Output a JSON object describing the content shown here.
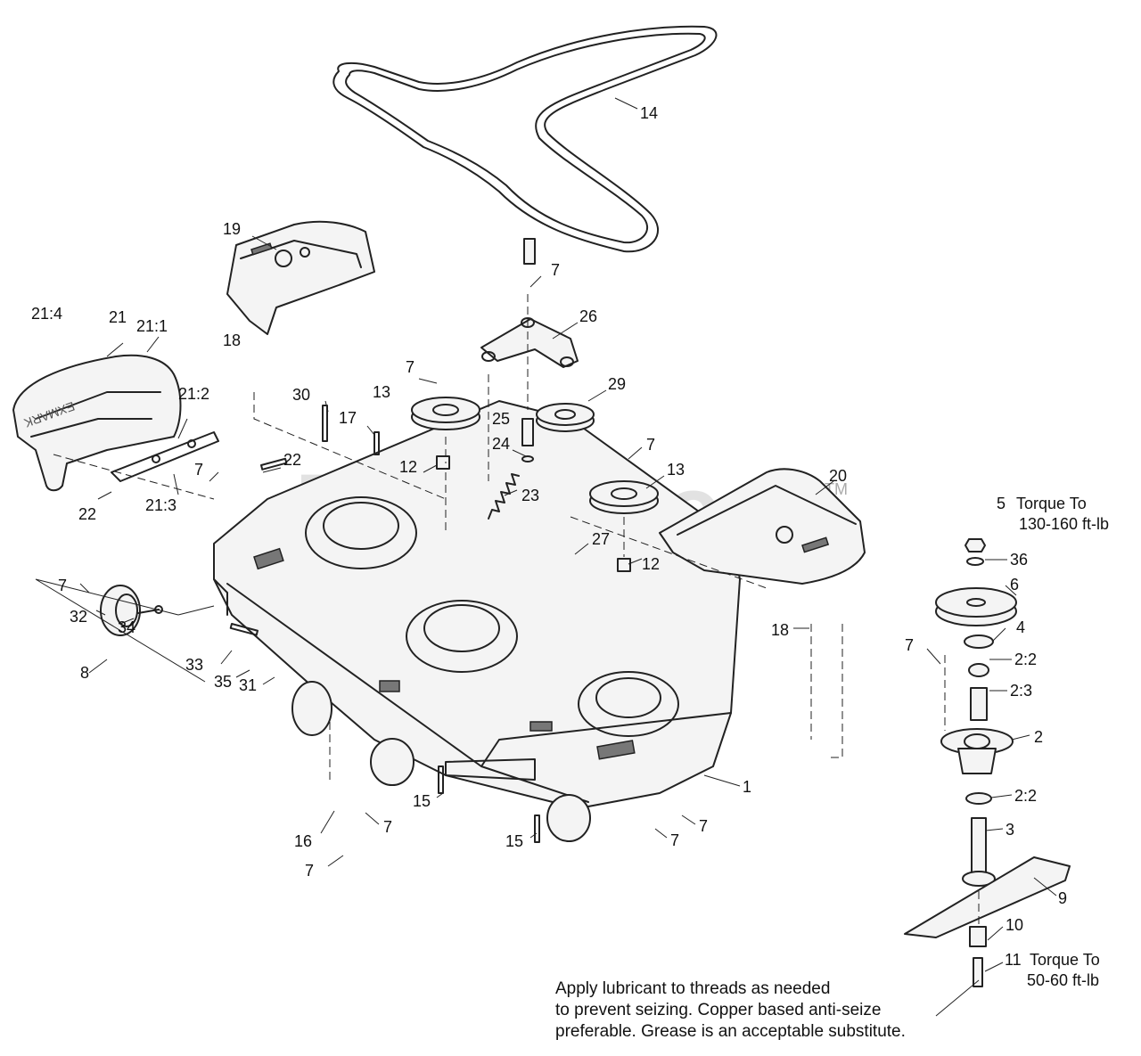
{
  "watermark": {
    "text": "PartsTree",
    "tm": "TM"
  },
  "callouts": [
    {
      "id": "c14",
      "label": "14"
    },
    {
      "id": "c19",
      "label": "19"
    },
    {
      "id": "c7a",
      "label": "7"
    },
    {
      "id": "c26",
      "label": "26"
    },
    {
      "id": "c21_4",
      "label": "21:4"
    },
    {
      "id": "c21",
      "label": "21"
    },
    {
      "id": "c21_1",
      "label": "21:1"
    },
    {
      "id": "c18a",
      "label": "18"
    },
    {
      "id": "c7b",
      "label": "7"
    },
    {
      "id": "c13a",
      "label": "13"
    },
    {
      "id": "c29",
      "label": "29"
    },
    {
      "id": "c30",
      "label": "30"
    },
    {
      "id": "c17",
      "label": "17"
    },
    {
      "id": "c25",
      "label": "25"
    },
    {
      "id": "c21_2",
      "label": "21:2"
    },
    {
      "id": "c24",
      "label": "24"
    },
    {
      "id": "c7c",
      "label": "7"
    },
    {
      "id": "c13b",
      "label": "13"
    },
    {
      "id": "c12a",
      "label": "12"
    },
    {
      "id": "c22a",
      "label": "22"
    },
    {
      "id": "c7d",
      "label": "7"
    },
    {
      "id": "c20",
      "label": "20"
    },
    {
      "id": "c23",
      "label": "23"
    },
    {
      "id": "c22b",
      "label": "22"
    },
    {
      "id": "c21_3",
      "label": "21:3"
    },
    {
      "id": "c27",
      "label": "27"
    },
    {
      "id": "c12b",
      "label": "12"
    },
    {
      "id": "c5",
      "label": "5"
    },
    {
      "id": "c36",
      "label": "36"
    },
    {
      "id": "c7e",
      "label": "7"
    },
    {
      "id": "c32",
      "label": "32"
    },
    {
      "id": "c34",
      "label": "34"
    },
    {
      "id": "c6",
      "label": "6"
    },
    {
      "id": "c18b",
      "label": "18"
    },
    {
      "id": "c4",
      "label": "4"
    },
    {
      "id": "c8",
      "label": "8"
    },
    {
      "id": "c33",
      "label": "33"
    },
    {
      "id": "c7f",
      "label": "7"
    },
    {
      "id": "c2_2a",
      "label": "2:2"
    },
    {
      "id": "c35",
      "label": "35"
    },
    {
      "id": "c2_3",
      "label": "2:3"
    },
    {
      "id": "c31",
      "label": "31"
    },
    {
      "id": "c2",
      "label": "2"
    },
    {
      "id": "c1",
      "label": "1"
    },
    {
      "id": "c2_2b",
      "label": "2:2"
    },
    {
      "id": "c15a",
      "label": "15"
    },
    {
      "id": "c7g",
      "label": "7"
    },
    {
      "id": "c7h",
      "label": "7"
    },
    {
      "id": "c16",
      "label": "16"
    },
    {
      "id": "c3",
      "label": "3"
    },
    {
      "id": "c15b",
      "label": "15"
    },
    {
      "id": "c7i",
      "label": "7"
    },
    {
      "id": "c7j",
      "label": "7"
    },
    {
      "id": "c9",
      "label": "9"
    },
    {
      "id": "c10",
      "label": "10"
    },
    {
      "id": "c11",
      "label": "11"
    }
  ],
  "torque_notes": [
    {
      "id": "t5",
      "line1": "Torque To",
      "line2": "130-160 ft-lb"
    },
    {
      "id": "t11",
      "line1": "Torque To",
      "line2": "50-60 ft-lb"
    }
  ],
  "lubricant_note": [
    "Apply lubricant to threads as needed",
    "to prevent seizing. Copper based anti-seize",
    "preferable. Grease is an acceptable substitute."
  ]
}
